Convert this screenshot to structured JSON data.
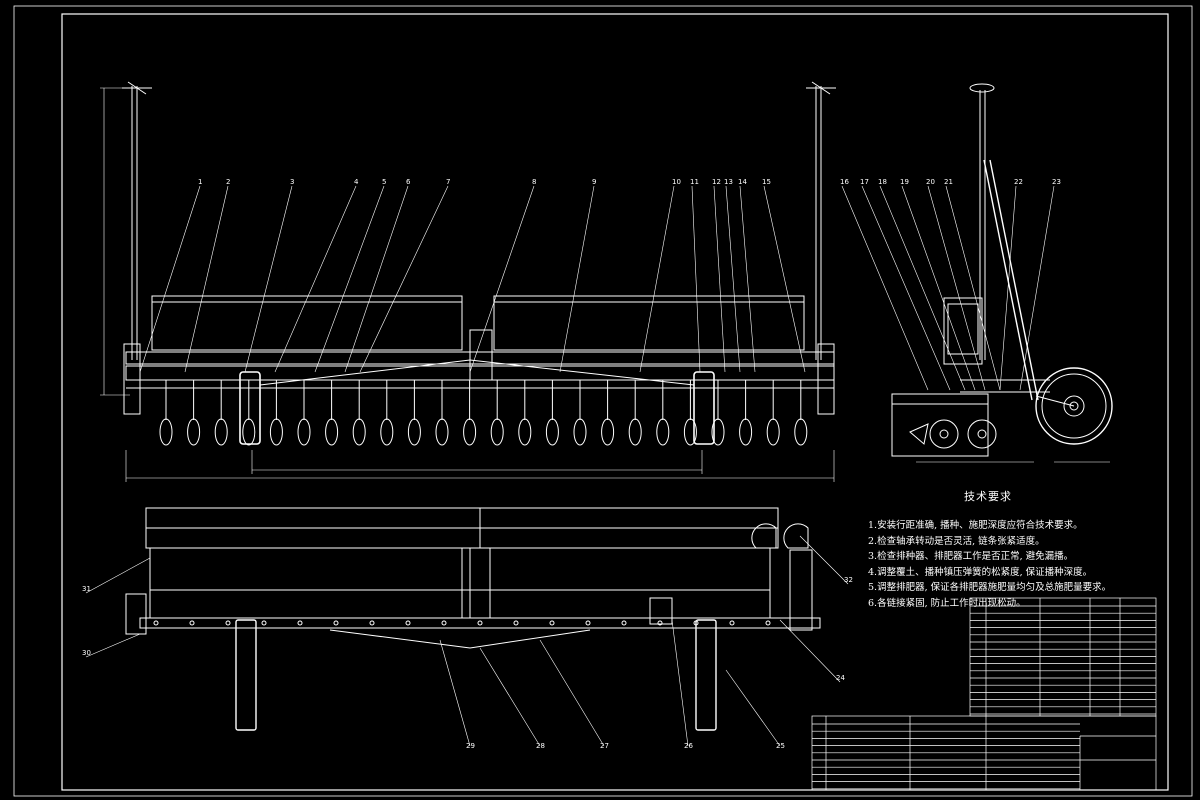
{
  "drawing": {
    "colors": {
      "background": "#000000",
      "line": "#ffffff"
    },
    "callouts_front": [
      "1",
      "2",
      "3",
      "4",
      "5",
      "6",
      "7",
      "8",
      "9",
      "10",
      "11",
      "12",
      "13",
      "14",
      "15"
    ],
    "callouts_side": [
      "16",
      "17",
      "18",
      "19",
      "20",
      "21",
      "22",
      "23"
    ],
    "callouts_plan": [
      "24",
      "25",
      "26",
      "27",
      "28",
      "29",
      "30",
      "31",
      "32"
    ]
  },
  "technical_requirements": {
    "title": "技术要求",
    "items": [
      "1.安装行距准确, 播种、施肥深度应符合技术要求。",
      "2.检查轴承转动是否灵活, 链条张紧适度。",
      "3.检查排种器、排肥器工作是否正常, 避免漏播。",
      "4.调整覆土、播种镇压弹簧的松紧度, 保证播种深度。",
      "5.调整排肥器, 保证各排肥器施肥量均匀及总施肥量要求。",
      "6.各链接紧固, 防止工作时出现松动。"
    ]
  }
}
